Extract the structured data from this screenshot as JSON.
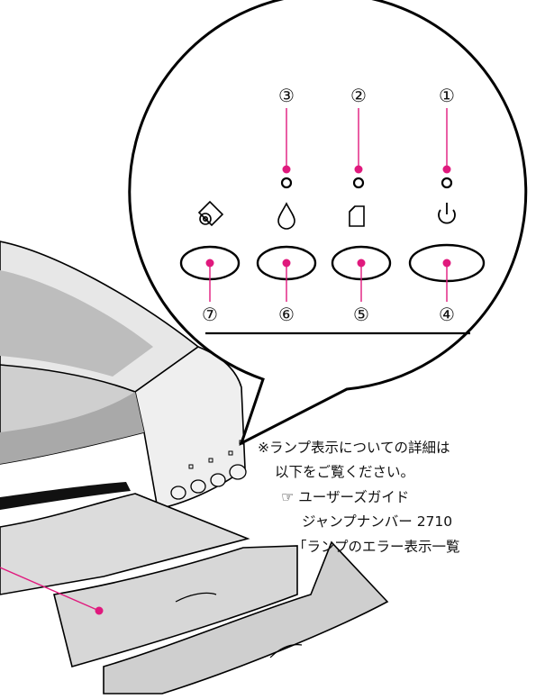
{
  "callout": {
    "indicators": [
      {
        "number": "③",
        "icon": "roll-paper-icon"
      },
      {
        "number": "②",
        "icon": "ink-drop-icon"
      },
      {
        "number": "①",
        "icon": "paper-sheet-icon"
      }
    ],
    "buttons": [
      {
        "number": "⑦",
        "icon": "roll-paper-icon"
      },
      {
        "number": "⑥",
        "icon": "ink-drop-icon"
      },
      {
        "number": "⑤",
        "icon": "paper-sheet-icon"
      },
      {
        "number": "④",
        "icon": "power-icon"
      }
    ]
  },
  "note": {
    "line1": "※ランプ表示についての詳細は",
    "line2": "以下をご覧ください。",
    "ref_symbol": "☞",
    "line3": "ユーザーズガイド",
    "line4": "ジャンプナンバー 2710",
    "line5": "「ランプのエラー表示一覧"
  },
  "colors": {
    "accent": "#e0197d",
    "stroke": "#000000",
    "printer_body": "#e6e6e6",
    "printer_dark": "#a9a9a9"
  }
}
